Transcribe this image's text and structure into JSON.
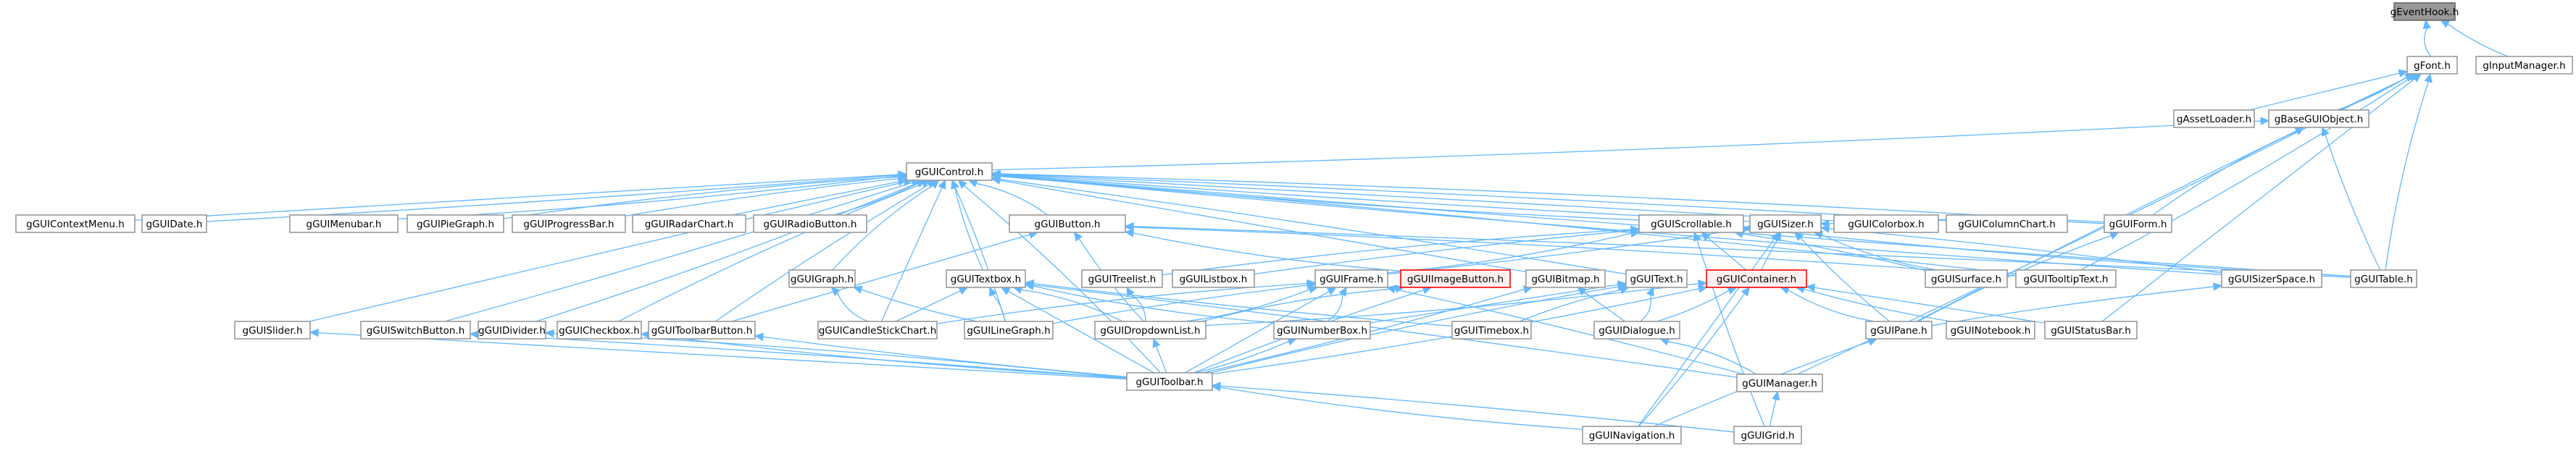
{
  "title": "gEventHook.h include dependency graph",
  "colors": {
    "edge": "#63b8ff",
    "node_border": "#999999",
    "root_fill": "#999999",
    "highlight_border": "#ff0000",
    "highlight_fill": "#fff0f0"
  },
  "nodes": [
    {
      "id": "gEventHook",
      "label": "gEventHook.h",
      "kind": "root"
    },
    {
      "id": "gFont",
      "label": "gFont.h"
    },
    {
      "id": "gInputManager",
      "label": "gInputManager.h"
    },
    {
      "id": "gAssetLoader",
      "label": "gAssetLoader.h"
    },
    {
      "id": "gBaseGUIObject",
      "label": "gBaseGUIObject.h"
    },
    {
      "id": "gGUIControl",
      "label": "gGUIControl.h"
    },
    {
      "id": "gGUIContextMenu",
      "label": "gGUIContextMenu.h"
    },
    {
      "id": "gGUIDate",
      "label": "gGUIDate.h"
    },
    {
      "id": "gGUIMenubar",
      "label": "gGUIMenubar.h"
    },
    {
      "id": "gGUIPieGraph",
      "label": "gGUIPieGraph.h"
    },
    {
      "id": "gGUIProgressBar",
      "label": "gGUIProgressBar.h"
    },
    {
      "id": "gGUIRadarChart",
      "label": "gGUIRadarChart.h"
    },
    {
      "id": "gGUIRadioButton",
      "label": "gGUIRadioButton.h"
    },
    {
      "id": "gGUIButton",
      "label": "gGUIButton.h"
    },
    {
      "id": "gGUIScrollable",
      "label": "gGUIScrollable.h"
    },
    {
      "id": "gGUISizer",
      "label": "gGUISizer.h"
    },
    {
      "id": "gGUIColorbox",
      "label": "gGUIColorbox.h"
    },
    {
      "id": "gGUIColumnChart",
      "label": "gGUIColumnChart.h"
    },
    {
      "id": "gGUIForm",
      "label": "gGUIForm.h"
    },
    {
      "id": "gGUIGraph",
      "label": "gGUIGraph.h"
    },
    {
      "id": "gGUITextbox",
      "label": "gGUITextbox.h"
    },
    {
      "id": "gGUITreelist",
      "label": "gGUITreelist.h"
    },
    {
      "id": "gGUIListbox",
      "label": "gGUIListbox.h"
    },
    {
      "id": "gGUIFrame",
      "label": "gGUIFrame.h"
    },
    {
      "id": "gGUIImageButton",
      "label": "gGUIImageButton.h",
      "kind": "highlight"
    },
    {
      "id": "gGUIBitmap",
      "label": "gGUIBitmap.h"
    },
    {
      "id": "gGUIText",
      "label": "gGUIText.h"
    },
    {
      "id": "gGUIContainer",
      "label": "gGUIContainer.h",
      "kind": "highlight"
    },
    {
      "id": "gGUISurface",
      "label": "gGUISurface.h"
    },
    {
      "id": "gGUITooltipText",
      "label": "gGUITooltipText.h"
    },
    {
      "id": "gGUISizerSpace",
      "label": "gGUISizerSpace.h"
    },
    {
      "id": "gGUITable",
      "label": "gGUITable.h"
    },
    {
      "id": "gGUISlider",
      "label": "gGUISlider.h"
    },
    {
      "id": "gGUISwitchButton",
      "label": "gGUISwitchButton.h"
    },
    {
      "id": "gGUIDivider",
      "label": "gGUIDivider.h"
    },
    {
      "id": "gGUICheckbox",
      "label": "gGUICheckbox.h"
    },
    {
      "id": "gGUIToolbarButton",
      "label": "gGUIToolbarButton.h"
    },
    {
      "id": "gGUICandleStickChart",
      "label": "gGUICandleStickChart.h"
    },
    {
      "id": "gGUILineGraph",
      "label": "gGUILineGraph.h"
    },
    {
      "id": "gGUIDropdownList",
      "label": "gGUIDropdownList.h"
    },
    {
      "id": "gGUINumberBox",
      "label": "gGUINumberBox.h"
    },
    {
      "id": "gGUITimebox",
      "label": "gGUITimebox.h"
    },
    {
      "id": "gGUIDialogue",
      "label": "gGUIDialogue.h"
    },
    {
      "id": "gGUIPane",
      "label": "gGUIPane.h"
    },
    {
      "id": "gGUINotebook",
      "label": "gGUINotebook.h"
    },
    {
      "id": "gGUIStatusBar",
      "label": "gGUIStatusBar.h"
    },
    {
      "id": "gGUIToolbar",
      "label": "gGUIToolbar.h"
    },
    {
      "id": "gGUIManager",
      "label": "gGUIManager.h"
    },
    {
      "id": "gGUINavigation",
      "label": "gGUINavigation.h"
    },
    {
      "id": "gGUIGrid",
      "label": "gGUIGrid.h"
    }
  ],
  "edges": [
    [
      "gFont",
      "gEventHook"
    ],
    [
      "gInputManager",
      "gEventHook"
    ],
    [
      "gAssetLoader",
      "gFont"
    ],
    [
      "gBaseGUIObject",
      "gFont"
    ],
    [
      "gGUITooltipText",
      "gFont"
    ],
    [
      "gGUITable",
      "gFont"
    ],
    [
      "gGUIPane",
      "gFont"
    ],
    [
      "gGUIStatusBar",
      "gFont"
    ],
    [
      "gGUIManager",
      "gFont"
    ],
    [
      "gGUIControl",
      "gBaseGUIObject"
    ],
    [
      "gGUIForm",
      "gBaseGUIObject"
    ],
    [
      "gGUITable",
      "gBaseGUIObject"
    ],
    [
      "gGUIContextMenu",
      "gGUIControl"
    ],
    [
      "gGUIDate",
      "gGUIControl"
    ],
    [
      "gGUIMenubar",
      "gGUIControl"
    ],
    [
      "gGUIPieGraph",
      "gGUIControl"
    ],
    [
      "gGUIProgressBar",
      "gGUIControl"
    ],
    [
      "gGUIRadarChart",
      "gGUIControl"
    ],
    [
      "gGUIRadioButton",
      "gGUIControl"
    ],
    [
      "gGUIButton",
      "gGUIControl"
    ],
    [
      "gGUIScrollable",
      "gGUIControl"
    ],
    [
      "gGUISizer",
      "gGUIControl"
    ],
    [
      "gGUIColorbox",
      "gGUIControl"
    ],
    [
      "gGUIColumnChart",
      "gGUIControl"
    ],
    [
      "gGUIForm",
      "gGUIControl"
    ],
    [
      "gGUIGraph",
      "gGUIControl"
    ],
    [
      "gGUITextbox",
      "gGUIControl"
    ],
    [
      "gGUIBitmap",
      "gGUIControl"
    ],
    [
      "gGUIText",
      "gGUIControl"
    ],
    [
      "gGUITooltipText",
      "gGUIControl"
    ],
    [
      "gGUISizerSpace",
      "gGUIControl"
    ],
    [
      "gGUITable",
      "gGUIControl"
    ],
    [
      "gGUISlider",
      "gGUIControl"
    ],
    [
      "gGUISwitchButton",
      "gGUIControl"
    ],
    [
      "gGUIDivider",
      "gGUIControl"
    ],
    [
      "gGUICheckbox",
      "gGUIControl"
    ],
    [
      "gGUIToolbarButton",
      "gGUIControl"
    ],
    [
      "gGUICandleStickChart",
      "gGUIControl"
    ],
    [
      "gGUILineGraph",
      "gGUIControl"
    ],
    [
      "gGUIToolbar",
      "gGUIControl"
    ],
    [
      "gGUIImageButton",
      "gGUIButton"
    ],
    [
      "gGUIDropdownList",
      "gGUIButton"
    ],
    [
      "gGUIToolbarButton",
      "gGUIButton"
    ],
    [
      "gGUITable",
      "gGUIButton"
    ],
    [
      "gGUITooltipText",
      "gGUIButton"
    ],
    [
      "gGUITreelist",
      "gGUIScrollable"
    ],
    [
      "gGUIListbox",
      "gGUIScrollable"
    ],
    [
      "gGUIContainer",
      "gGUIScrollable"
    ],
    [
      "gGUISurface",
      "gGUIScrollable"
    ],
    [
      "gGUIFrame",
      "gGUIScrollable"
    ],
    [
      "gGUITable",
      "gGUIScrollable"
    ],
    [
      "gGUIGrid",
      "gGUIScrollable"
    ],
    [
      "gGUIContainer",
      "gGUISizer"
    ],
    [
      "gGUIFrame",
      "gGUISizer"
    ],
    [
      "gGUIForm",
      "gGUISizer"
    ],
    [
      "gGUISurface",
      "gGUISizer"
    ],
    [
      "gGUIPane",
      "gGUISizer"
    ],
    [
      "gGUINavigation",
      "gGUISizer"
    ],
    [
      "gGUISizerSpace",
      "gGUISizer"
    ],
    [
      "gGUIDropdownList",
      "gGUITreelist"
    ],
    [
      "gGUICandleStickChart",
      "gGUIGraph"
    ],
    [
      "gGUILineGraph",
      "gGUIGraph"
    ],
    [
      "gGUICandleStickChart",
      "gGUITextbox"
    ],
    [
      "gGUILineGraph",
      "gGUITextbox"
    ],
    [
      "gGUIDropdownList",
      "gGUITextbox"
    ],
    [
      "gGUINumberBox",
      "gGUITextbox"
    ],
    [
      "gGUITimebox",
      "gGUITextbox"
    ],
    [
      "gGUIToolbar",
      "gGUITextbox"
    ],
    [
      "gGUIManager",
      "gGUITextbox"
    ],
    [
      "gGUIDropdownList",
      "gGUIFrame"
    ],
    [
      "gGUICandleStickChart",
      "gGUIFrame"
    ],
    [
      "gGUILineGraph",
      "gGUIFrame"
    ],
    [
      "gGUIToolbar",
      "gGUIFrame"
    ],
    [
      "gGUIManager",
      "gGUIFrame"
    ],
    [
      "gGUINumberBox",
      "gGUIFrame"
    ],
    [
      "gGUIDropdownList",
      "gGUIImageButton"
    ],
    [
      "gGUIToolbar",
      "gGUIImageButton"
    ],
    [
      "gGUIDialogue",
      "gGUIBitmap"
    ],
    [
      "gGUIToolbar",
      "gGUIBitmap"
    ],
    [
      "gGUIDialogue",
      "gGUIText"
    ],
    [
      "gGUIToolbar",
      "gGUIText"
    ],
    [
      "gGUITimebox",
      "gGUIText"
    ],
    [
      "gGUINumberBox",
      "gGUIText"
    ],
    [
      "gGUIDialogue",
      "gGUIContainer"
    ],
    [
      "gGUIToolbar",
      "gGUIContainer"
    ],
    [
      "gGUIPane",
      "gGUIContainer"
    ],
    [
      "gGUINotebook",
      "gGUIContainer"
    ],
    [
      "gGUIStatusBar",
      "gGUIContainer"
    ],
    [
      "gGUINavigation",
      "gGUIContainer"
    ],
    [
      "gGUIDropdownList",
      "gGUIContainer"
    ],
    [
      "gGUIPane",
      "gGUIForm"
    ],
    [
      "gGUIPane",
      "gGUISizerSpace"
    ],
    [
      "gGUIToolbar",
      "gGUISlider"
    ],
    [
      "gGUIToolbar",
      "gGUISwitchButton"
    ],
    [
      "gGUIToolbar",
      "gGUIDivider"
    ],
    [
      "gGUIToolbar",
      "gGUICheckbox"
    ],
    [
      "gGUIToolbar",
      "gGUIToolbarButton"
    ],
    [
      "gGUIToolbar",
      "gGUIDropdownList"
    ],
    [
      "gGUIToolbar",
      "gGUINumberBox"
    ],
    [
      "gGUIManager",
      "gGUIDialogue"
    ],
    [
      "gGUINavigation",
      "gGUIToolbar"
    ],
    [
      "gGUINavigation",
      "gGUIPane"
    ],
    [
      "gGUIGrid",
      "gGUIManager"
    ],
    [
      "gGUIGrid",
      "gGUIToolbar"
    ]
  ]
}
